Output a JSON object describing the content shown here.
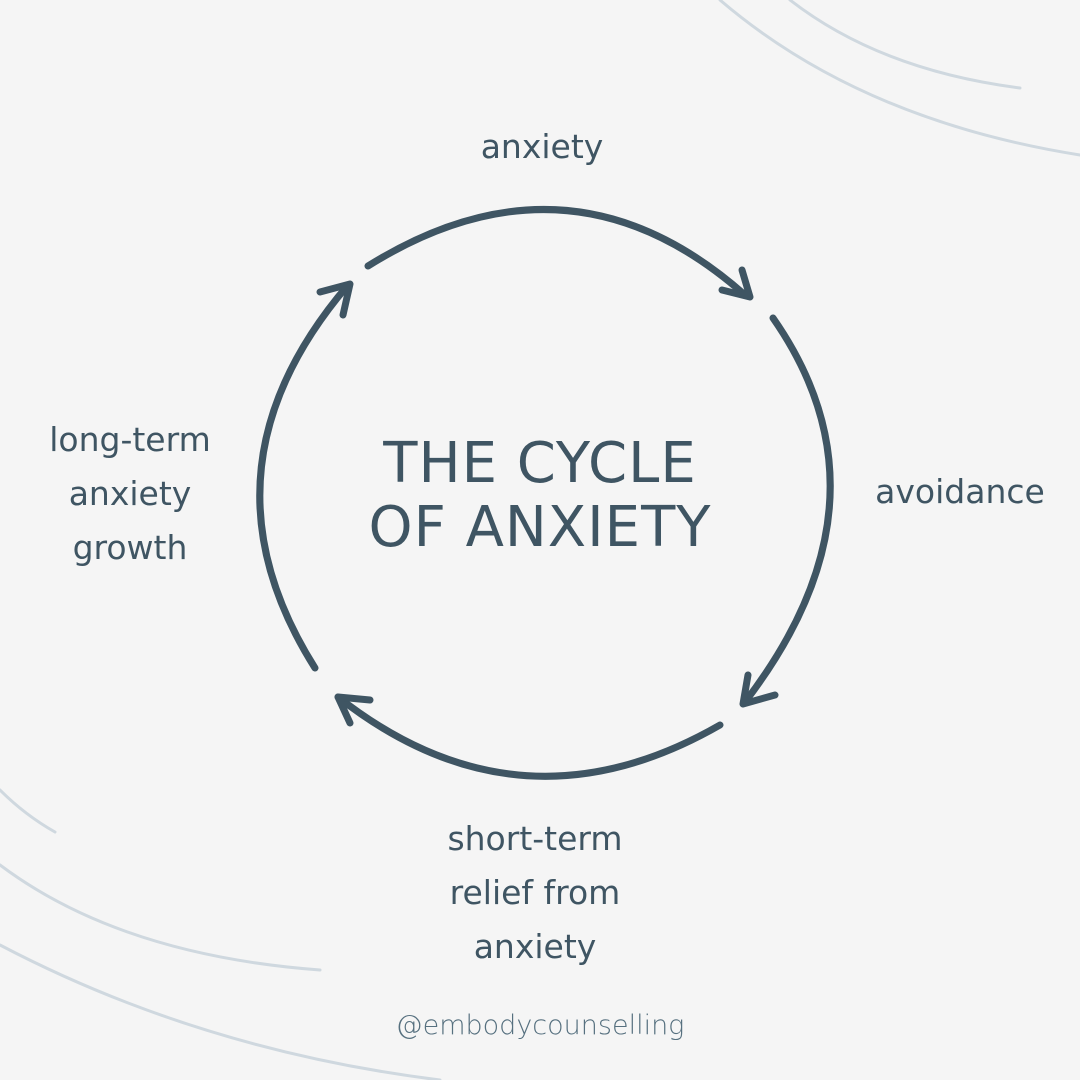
{
  "diagram": {
    "title_line1": "THE CYCLE",
    "title_line2": "OF ANXIETY",
    "stages": {
      "top": "anxiety",
      "right": "avoidance",
      "bottom": "short-term\nrelief from\nanxiety",
      "left": "long-term\nanxiety\ngrowth"
    },
    "handle": "@embodycounselling"
  },
  "colors": {
    "background": "#f5f5f5",
    "ink": "#3f5563",
    "decorative_lines": "#cfd8df"
  }
}
